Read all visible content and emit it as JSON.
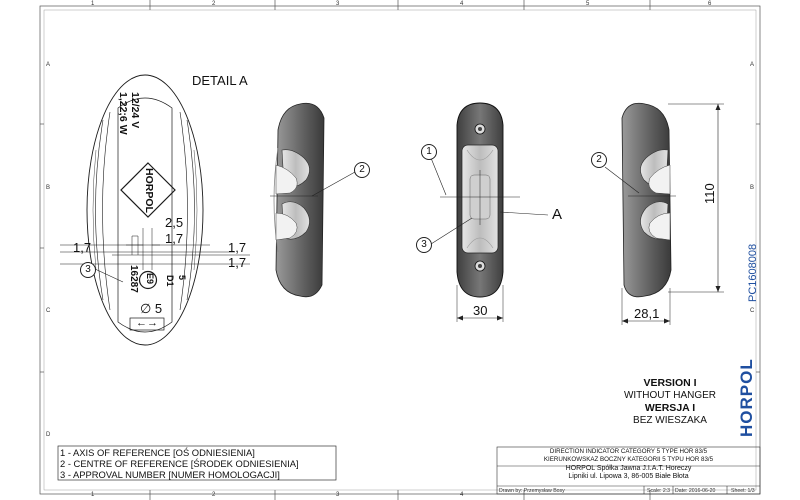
{
  "grid": {
    "columns": [
      "1",
      "2",
      "3",
      "4",
      "5",
      "6"
    ],
    "rows": [
      "A",
      "B",
      "C",
      "D"
    ]
  },
  "detail": {
    "title": "DETAIL A",
    "rating_line1": "12/24 V",
    "rating_line2": "1,22;6 W",
    "brand": "HORPOL",
    "approval_number": "16287",
    "emark": "E9",
    "mark_d1": "D1",
    "mark_5": "5",
    "mark_phi5": "∅ 5",
    "arrow_symbol": "←→"
  },
  "dimensions": {
    "d_2_5": "2,5",
    "d_1_7_a": "1,7",
    "d_1_7_b": "1,7",
    "d_1_7_c": "1,7",
    "d_1_7_d": "1,7",
    "width_30": "30",
    "width_28_1": "28,1",
    "height_110": "110"
  },
  "callouts": {
    "c1": "1",
    "c2": "2",
    "c3": "3",
    "detail_ref": "A"
  },
  "legend": {
    "items": [
      "1 - AXIS OF REFERENCE [OŚ ODNIESIENIA]",
      "2 - CENTRE OF REFERENCE [ŚRODEK ODNIESIENIA]",
      "3 - APPROVAL NUMBER [NUMER HOMOLOGACJI]"
    ]
  },
  "version": {
    "line1": "VERSION I",
    "line2": "WITHOUT HANGER",
    "line3": "WERSJA I",
    "line4": "BEZ WIESZAKA"
  },
  "title_block": {
    "line1": "DIRECTION INDICATOR CATEGORY 5 TYPE HOR 83/5",
    "line2": "KIERUNKOWSKAZ BOCZNY KATEGORII 5 TYPU HOR 83/5",
    "line3": "HORPOL Spółka Jawna   J.I.A.T. Horeczy",
    "line4": "Lipniki ul. Lipowa 3, 86-005 Białe Błota"
  },
  "drawing_number": "PC1608008",
  "brand_logo": "HORPOL",
  "footer": {
    "drawn_by": "Drawn by: Przemysław Bosy",
    "scale": "Scale: 2:3",
    "date": "Date: 2016-06-20",
    "sheet": "Sheet: 1/3"
  },
  "colors": {
    "line": "#1b1b1b",
    "body_dark": "#5a5a5a",
    "body_mid": "#8c8c8c",
    "lens": "#d9d9d9",
    "brand_blue": "#1f4fa0"
  }
}
